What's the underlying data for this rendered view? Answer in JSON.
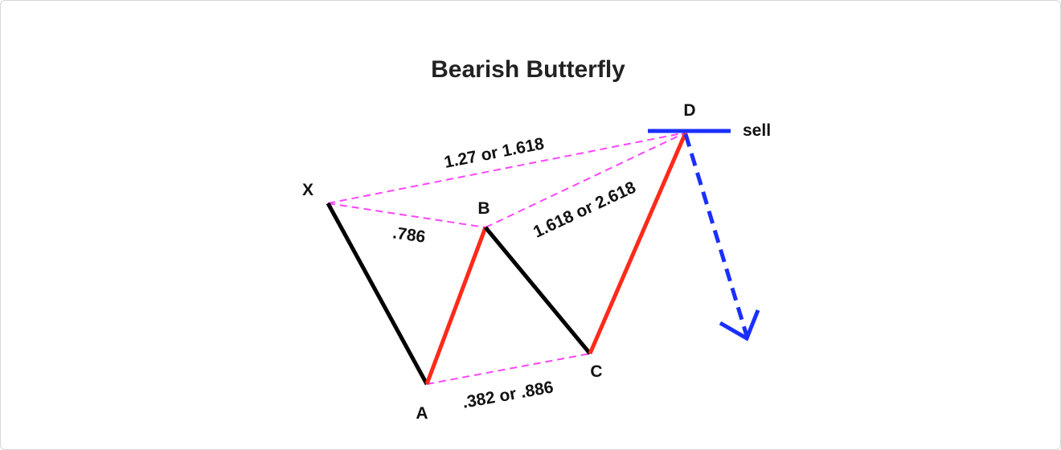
{
  "title": "Bearish Butterfly",
  "points": {
    "x": "X",
    "a": "A",
    "b": "B",
    "c": "C",
    "d": "D"
  },
  "ratios": {
    "xb": ".786",
    "ac": ".382 or .886",
    "bd": "1.618 or 2.618",
    "xd": "1.27 or 1.618"
  },
  "action": "sell",
  "colors": {
    "bearish_leg": "#000000",
    "bullish_leg": "#ff2a1a",
    "ratio_line": "#ff44ff",
    "sell_marker": "#1a2fff"
  }
}
